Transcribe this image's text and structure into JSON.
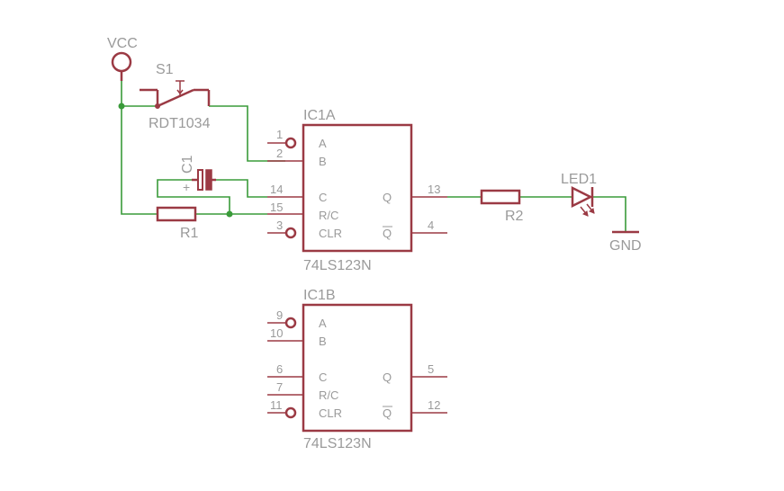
{
  "power": {
    "vcc": "VCC",
    "gnd": "GND"
  },
  "switch": {
    "ref": "S1",
    "value": "RDT1034"
  },
  "capacitor": {
    "ref": "C1",
    "polarity": "+"
  },
  "resistors": {
    "r1": "R1",
    "r2": "R2"
  },
  "led": {
    "ref": "LED1"
  },
  "ic1a": {
    "ref": "IC1A",
    "part": "74LS123N",
    "inputs": [
      {
        "num": "1",
        "name": "A"
      },
      {
        "num": "2",
        "name": "B"
      },
      {
        "num": "14",
        "name": "C"
      },
      {
        "num": "15",
        "name": "R/C"
      },
      {
        "num": "3",
        "name": "CLR"
      }
    ],
    "outputs": [
      {
        "num": "13",
        "name": "Q"
      },
      {
        "num": "4",
        "name": "Q"
      }
    ]
  },
  "ic1b": {
    "ref": "IC1B",
    "part": "74LS123N",
    "inputs": [
      {
        "num": "9",
        "name": "A"
      },
      {
        "num": "10",
        "name": "B"
      },
      {
        "num": "6",
        "name": "C"
      },
      {
        "num": "7",
        "name": "R/C"
      },
      {
        "num": "11",
        "name": "CLR"
      }
    ],
    "outputs": [
      {
        "num": "5",
        "name": "Q"
      },
      {
        "num": "12",
        "name": "Q"
      }
    ]
  },
  "colors": {
    "symbol": "#9b3a44",
    "wire": "#3a9b3a",
    "text": "#9a9a9a"
  }
}
